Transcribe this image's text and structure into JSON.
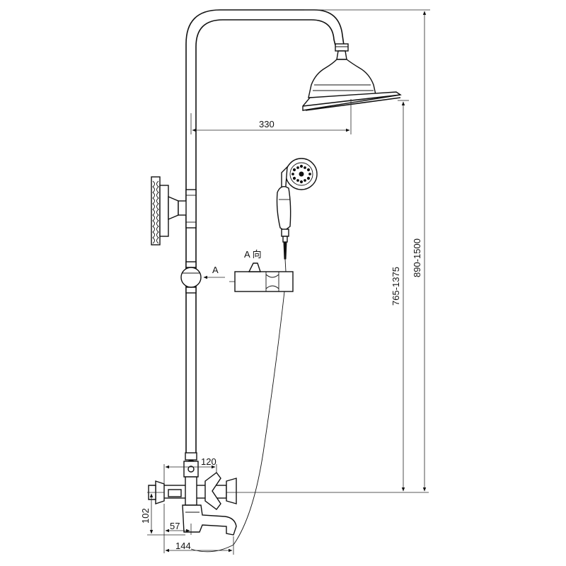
{
  "dimensions": {
    "arm_reach": "330",
    "handset_height": "765-1375",
    "total_height": "890-1500",
    "mixer_width": "120",
    "inlet_height": "102",
    "spout_offset": "57",
    "spout_length": "144"
  },
  "view_label": {
    "arrow_letter": "A",
    "direction_caption": "A 向"
  },
  "colors": {
    "line": "#111111",
    "background": "#ffffff"
  }
}
